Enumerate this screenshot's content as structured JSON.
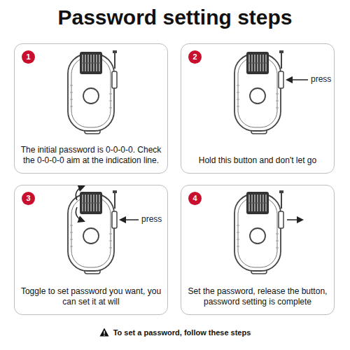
{
  "diagram": {
    "title": "Password setting steps",
    "caption": "To set a password, follow these steps",
    "nodes": [
      {
        "text": [
          "1",
          "The initial password is 0-0-0-0. Check the 0-0-0-0 aim at the indication line."
        ]
      },
      {
        "text": [
          "2",
          "Hold this button and don't let go"
        ]
      },
      {
        "text": [
          "3",
          "Toggle to set password you want, you can set it at will"
        ]
      },
      {
        "text": [
          "4",
          "Set the password, release the button, password setting is complete"
        ]
      }
    ],
    "labels": [
      "press",
      "press"
    ]
  }
}
